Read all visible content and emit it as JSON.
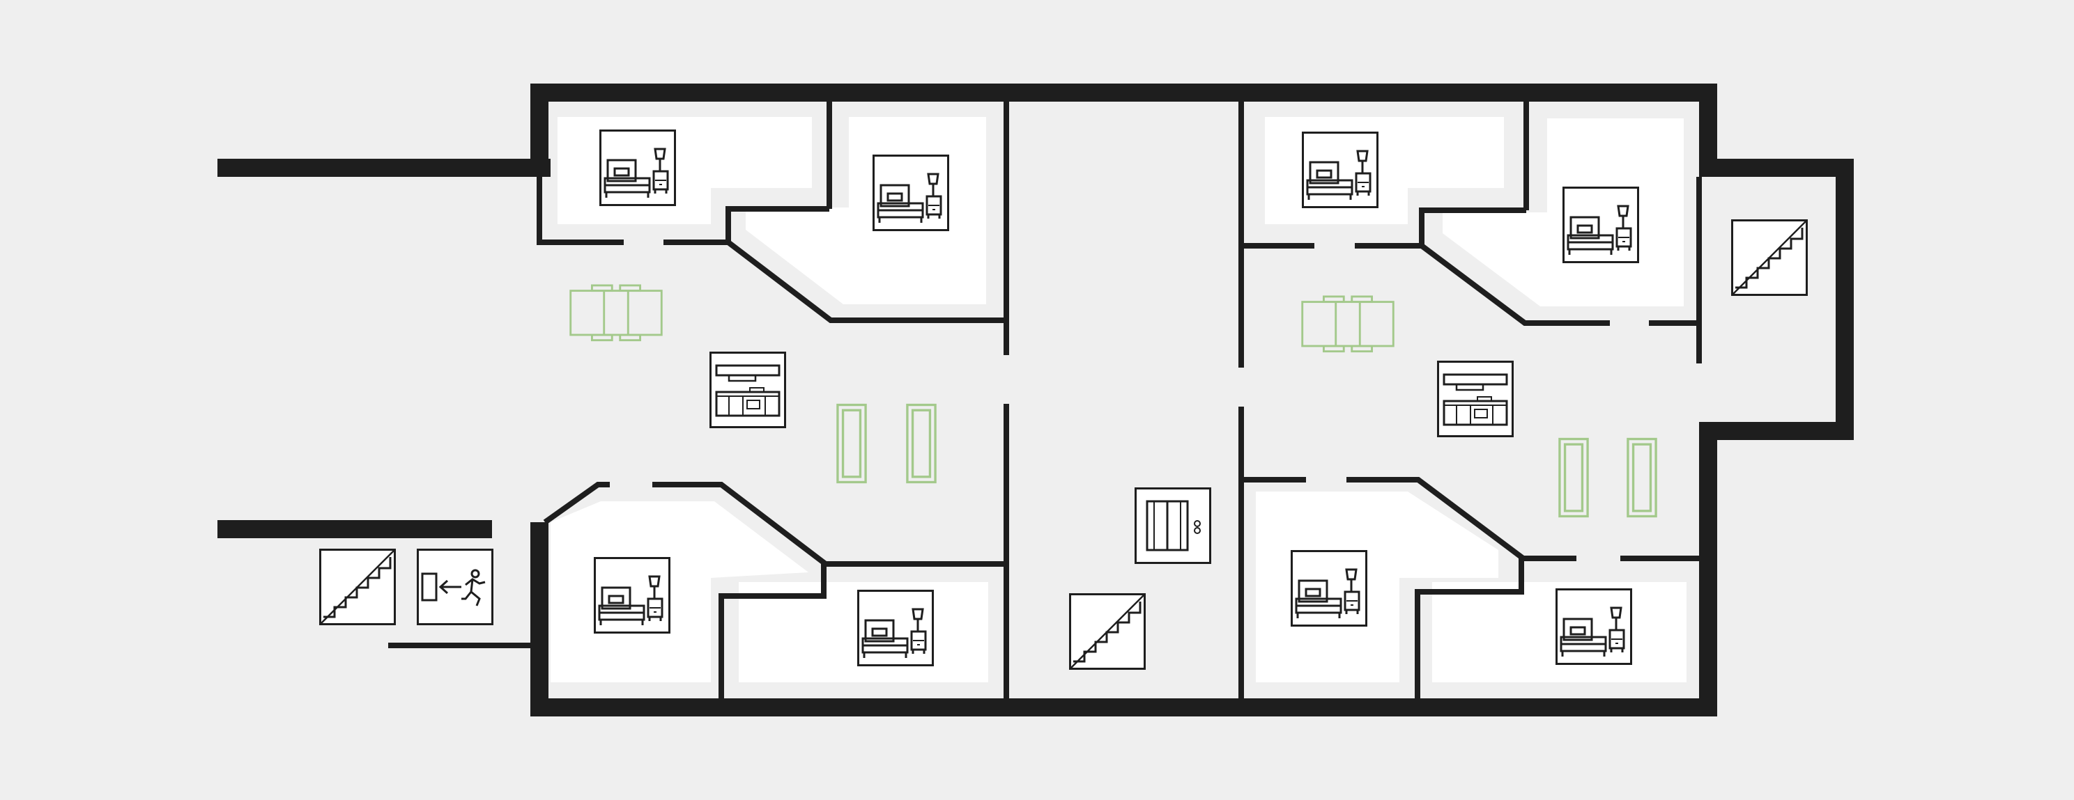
{
  "colors": {
    "background": "#efefef",
    "wall": "#1e1e1e",
    "floor": "#ffffff",
    "furniture_green": "#a3c98b",
    "icon_stroke": "#1e1e1e"
  },
  "rooms": {
    "bedrooms": [
      {
        "id": "bedroom-1",
        "icon": "bed-icon"
      },
      {
        "id": "bedroom-2",
        "icon": "bed-icon"
      },
      {
        "id": "bedroom-3",
        "icon": "bed-icon"
      },
      {
        "id": "bedroom-4",
        "icon": "bed-icon"
      },
      {
        "id": "bedroom-5",
        "icon": "bed-icon"
      },
      {
        "id": "bedroom-6",
        "icon": "bed-icon"
      },
      {
        "id": "bedroom-7",
        "icon": "bed-icon"
      },
      {
        "id": "bedroom-8",
        "icon": "bed-icon"
      }
    ],
    "kitchens": [
      {
        "id": "kitchen-west",
        "icon": "kitchen-icon"
      },
      {
        "id": "kitchen-east",
        "icon": "kitchen-icon"
      }
    ],
    "common": [
      {
        "id": "stairs-west",
        "icon": "stairs-icon"
      },
      {
        "id": "emergency-exit",
        "icon": "emergency-exit-icon"
      },
      {
        "id": "elevator",
        "icon": "elevator-icon"
      },
      {
        "id": "stairs-center",
        "icon": "stairs-icon"
      },
      {
        "id": "stairs-east",
        "icon": "stairs-icon"
      }
    ]
  },
  "furniture": [
    {
      "id": "dining-table-west",
      "icon": "dining-table-icon"
    },
    {
      "id": "dining-table-east",
      "icon": "dining-table-icon"
    },
    {
      "id": "sofas-west",
      "icon": "sofa-icon"
    },
    {
      "id": "sofas-east",
      "icon": "sofa-icon"
    }
  ]
}
